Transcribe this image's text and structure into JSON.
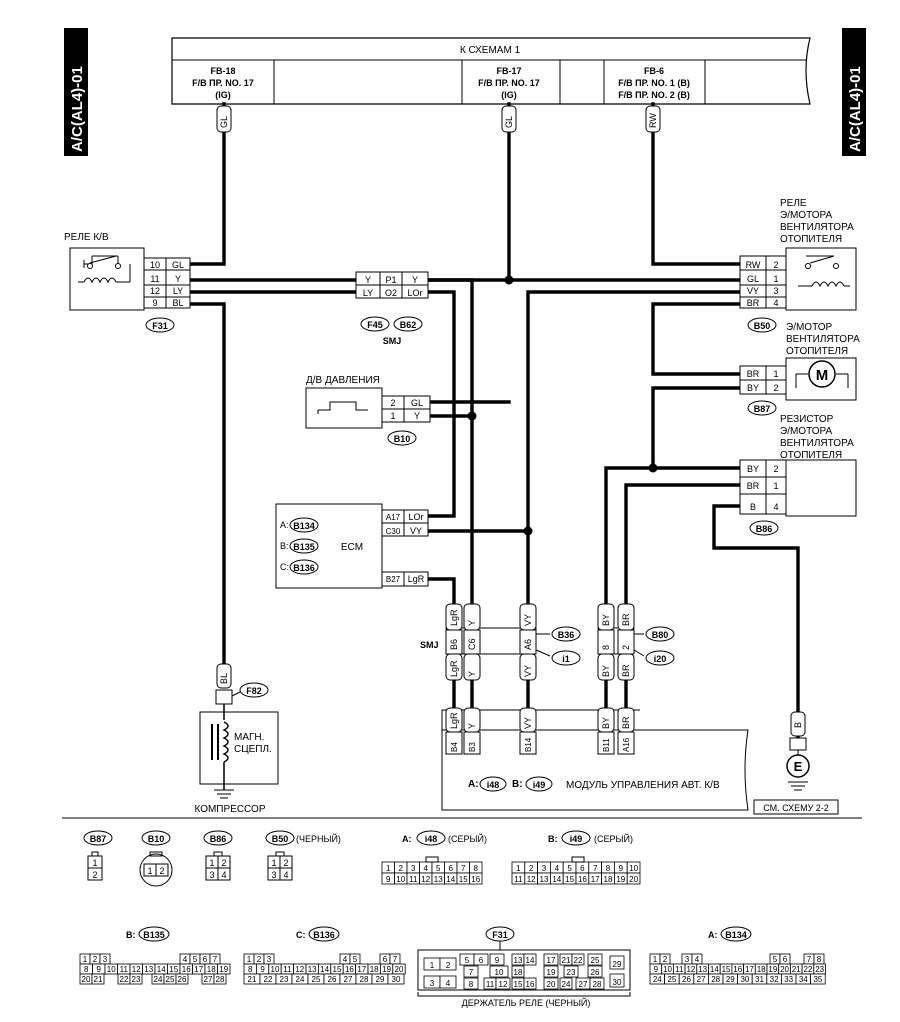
{
  "side_label": "A/C(AL4)-01",
  "top_box": {
    "title": "К СХЕМАМ 1",
    "fuses": [
      {
        "fb": "FB-18",
        "line": "F/B  ПР.  NO. 17",
        "sub": "(IG)"
      },
      {
        "fb": "FB-17",
        "line": "F/B  ПР.  NO. 17",
        "sub": "(IG)"
      },
      {
        "fb": "FB-6",
        "line1": "F/B  ПР.  NO. 1 (B)",
        "line2": "F/B  ПР.  NO. 2 (B)"
      }
    ]
  },
  "wires": {
    "gl": "GL",
    "rw": "RW",
    "y": "Y",
    "ly": "LY",
    "bl": "BL",
    "lor": "LOr",
    "vy": "VY",
    "br": "BR",
    "by": "BY",
    "lgr": "LgR",
    "b": "B"
  },
  "relay_ac": {
    "title": "РЕЛЕ К/В",
    "pins": [
      "10",
      "11",
      "12",
      "9"
    ],
    "wires": [
      "GL",
      "Y",
      "LY",
      "BL"
    ],
    "connector": "F31"
  },
  "relay_fan": {
    "title": [
      "РЕЛЕ",
      "Э/МОТОРА",
      "ВЕНТИЛЯТОРА",
      "ОТОПИТЕЛЯ"
    ],
    "pins": [
      "2",
      "1",
      "3",
      "4"
    ],
    "wires": [
      "RW",
      "GL",
      "VY",
      "BR"
    ],
    "connector": "B50"
  },
  "smj_top": {
    "pins": [
      "P1",
      "O2"
    ],
    "left": [
      "Y",
      "LY"
    ],
    "right": [
      "Y",
      "LOr"
    ],
    "connectors": [
      "F45",
      "B62"
    ],
    "label": "SMJ"
  },
  "pressure_switch": {
    "title": "Д/В ДАВЛЕНИЯ",
    "pins": [
      "2",
      "1"
    ],
    "wires": [
      "GL",
      "Y"
    ],
    "connector": "B10"
  },
  "fan_motor": {
    "title": [
      "Э/МОТОР",
      "ВЕНТИЛЯТОРА",
      "ОТОПИТЕЛЯ"
    ],
    "pins": [
      "1",
      "2"
    ],
    "wires": [
      "BR",
      "BY"
    ],
    "symbol": "M",
    "connector": "B87"
  },
  "resistor": {
    "title": [
      "РЕЗИСТОР",
      "Э/МОТОРА",
      "ВЕНТИЛЯТОРА",
      "ОТОПИТЕЛЯ"
    ],
    "pins": [
      "2",
      "1",
      "4"
    ],
    "wires": [
      "BY",
      "BR",
      "B"
    ],
    "connector": "B86"
  },
  "ecm": {
    "title": "ECM",
    "refs": [
      {
        "letter": "A:",
        "conn": "B134"
      },
      {
        "letter": "B:",
        "conn": "B135"
      },
      {
        "letter": "C:",
        "conn": "B136"
      }
    ],
    "pins": [
      "A17",
      "C30",
      "B27"
    ],
    "wires": [
      "LOr",
      "VY",
      "LgR"
    ]
  },
  "smj_mid": {
    "label": "SMJ",
    "pins_left": [
      "B6",
      "C6",
      "A6"
    ],
    "pins_right": [
      "8",
      "2"
    ],
    "conn_left": [
      "B36",
      "i1"
    ],
    "conn_right": [
      "B80",
      "i20"
    ]
  },
  "compressor": {
    "connector": "F82",
    "clutch": [
      "МАГН.",
      "СЦЕПЛ."
    ],
    "title": "КОМПРЕССОР"
  },
  "module": {
    "pins": [
      "B4",
      "B3",
      "B14",
      "B11",
      "A16"
    ],
    "wires": [
      "LgR",
      "Y",
      "VY",
      "BY",
      "BR"
    ],
    "ref_a": "A:",
    "conn_a": "i48",
    "ref_b": "B:",
    "conn_b": "i49",
    "title": "МОДУЛЬ УПРАВЛЕНИЯ АВТ. К/В"
  },
  "ground": {
    "symbol": "E",
    "note": "СМ. СХЕМУ 2-2"
  },
  "legend": {
    "b87": {
      "name": "B87",
      "pins": [
        "1",
        "2"
      ]
    },
    "b10": {
      "name": "B10",
      "pins": [
        "1",
        "2"
      ]
    },
    "b86": {
      "name": "B86",
      "pins": [
        "1",
        "2",
        "3",
        "4"
      ]
    },
    "b50": {
      "name": "B50",
      "note": "(ЧЕРНЫЙ)",
      "pins": [
        "1",
        "2",
        "3",
        "4"
      ]
    },
    "i48": {
      "letter": "A:",
      "name": "i48",
      "note": "(СЕРЫЙ)",
      "row1": [
        "1",
        "2",
        "3",
        "4",
        "5",
        "6",
        "7",
        "8"
      ],
      "row2": [
        "9",
        "10",
        "11",
        "12",
        "13",
        "14",
        "15",
        "16"
      ]
    },
    "i49": {
      "letter": "B:",
      "name": "i49",
      "note": "(СЕРЫЙ)",
      "row1": [
        "1",
        "2",
        "3",
        "4",
        "5",
        "6",
        "7",
        "8",
        "9",
        "10"
      ],
      "row2": [
        "11",
        "12",
        "13",
        "14",
        "15",
        "16",
        "17",
        "18",
        "19",
        "20"
      ]
    },
    "b135": {
      "letter": "B:",
      "name": "B135",
      "row1": [
        "1",
        "2",
        "3",
        "4",
        "5",
        "6",
        "7"
      ],
      "row2": [
        "8",
        "9",
        "10",
        "11",
        "12",
        "13",
        "14",
        "15",
        "16",
        "17",
        "18",
        "19"
      ],
      "row3": [
        "20",
        "21",
        "22",
        "23",
        "24",
        "25",
        "26",
        "27",
        "28"
      ]
    },
    "b136": {
      "letter": "C:",
      "name": "B136",
      "row1": [
        "1",
        "2",
        "3",
        "4",
        "5",
        "6",
        "7"
      ],
      "row2": [
        "8",
        "9",
        "10",
        "11",
        "12",
        "13",
        "14",
        "15",
        "16",
        "17",
        "18",
        "19",
        "20"
      ],
      "row3": [
        "21",
        "22",
        "23",
        "24",
        "25",
        "26",
        "27",
        "28",
        "29",
        "30"
      ]
    },
    "f31": {
      "name": "F31",
      "note": "ДЕРЖАТЕЛЬ РЕЛЕ (ЧЕРНЫЙ)",
      "cells": [
        "1",
        "2",
        "3",
        "4",
        "5",
        "6",
        "7",
        "8",
        "9",
        "10",
        "11",
        "12",
        "13",
        "14",
        "15",
        "16",
        "17",
        "18",
        "19",
        "20",
        "21",
        "22",
        "23",
        "24",
        "25",
        "26",
        "27",
        "28",
        "29",
        "30"
      ]
    },
    "b134": {
      "letter": "A:",
      "name": "B134",
      "row1": [
        "1",
        "2",
        "3",
        "4",
        "5",
        "6",
        "7",
        "8"
      ],
      "row2": [
        "9",
        "10",
        "11",
        "12",
        "13",
        "14",
        "15",
        "16",
        "17",
        "18",
        "19",
        "20",
        "21",
        "22",
        "23"
      ],
      "row3": [
        "24",
        "25",
        "26",
        "27",
        "28",
        "29",
        "30",
        "31",
        "32",
        "33",
        "34",
        "35"
      ]
    }
  }
}
